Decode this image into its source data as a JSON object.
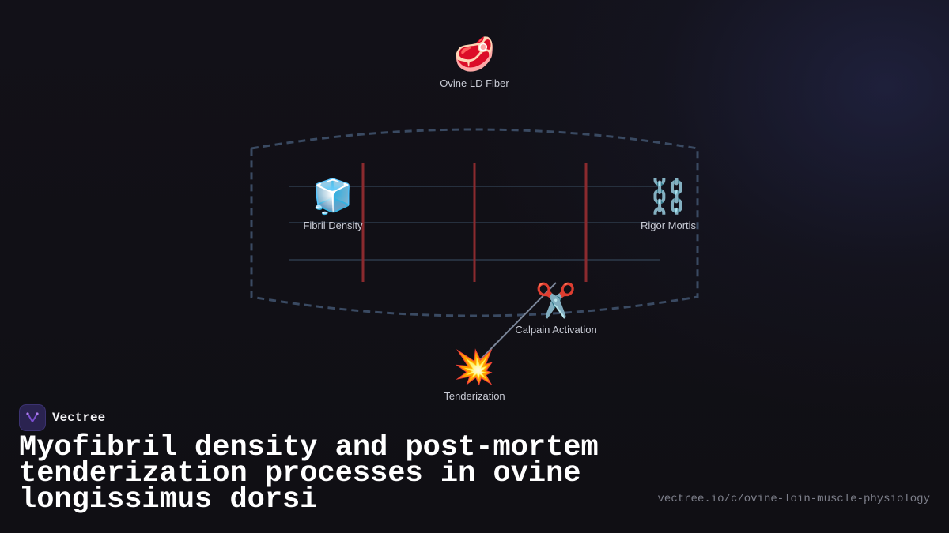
{
  "diagram": {
    "nodes": {
      "fiber": {
        "icon": "🥩",
        "icon_name": "meat-icon",
        "label": "Ovine LD Fiber"
      },
      "density": {
        "icon": "🧊",
        "icon_name": "ice-cube-icon",
        "label": "Fibril Density"
      },
      "rigor": {
        "icon": "⛓️",
        "icon_name": "chains-icon",
        "label": "Rigor Mortis"
      },
      "calpain": {
        "icon": "✂️",
        "icon_name": "scissors-icon",
        "label": "Calpain Activation"
      },
      "tender": {
        "icon": "💥",
        "icon_name": "collision-icon",
        "label": "Tenderization"
      }
    },
    "edges": [
      {
        "from": "Calpain Activation",
        "to": "Tenderization"
      }
    ],
    "colors": {
      "outline": "#3a4a62",
      "z_lines": "#8a2a2e",
      "filaments": "#26303e",
      "arrow": "#7b8699"
    }
  },
  "brand": {
    "name": "Vectree",
    "logo_icon": "vectree-logo-icon",
    "accent": "#7b4fd0"
  },
  "title": "Myofibril density and post-mortem tenderization processes in ovine longissimus dorsi",
  "url": "vectree.io/c/ovine-loin-muscle-physiology"
}
